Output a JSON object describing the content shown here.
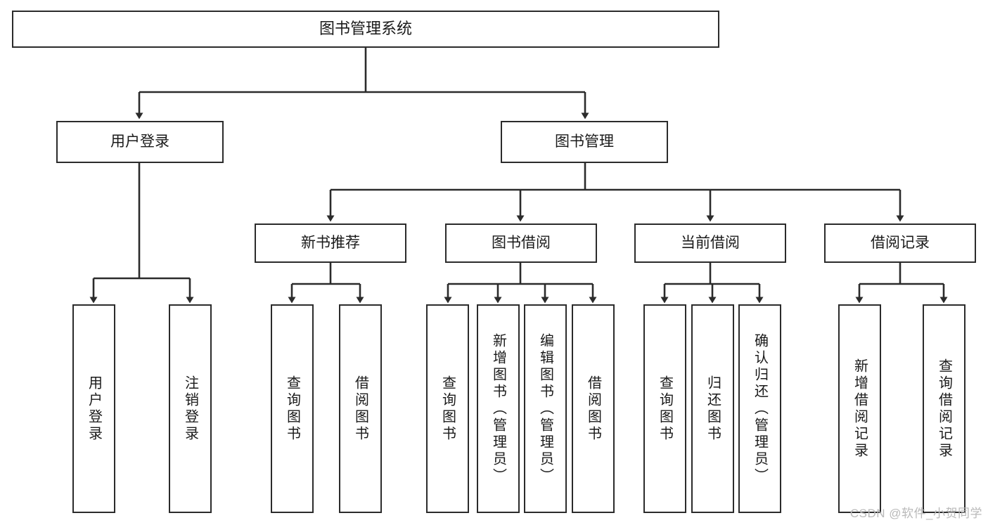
{
  "diagram": {
    "title": "图书管理系统",
    "type": "tree-hierarchy",
    "watermark": "CSDN @软件_小贺同学",
    "colors": {
      "box_border": "#2b2b2b",
      "box_fill": "#ffffff",
      "connector": "#2b2b2b",
      "text": "#1a1a1a",
      "watermark": "#b9b9b9",
      "background": "#ffffff"
    },
    "levels": {
      "root": {
        "label": "图书管理系统"
      },
      "level2": [
        {
          "id": "user-login",
          "label": "用户登录"
        },
        {
          "id": "book-management",
          "label": "图书管理"
        }
      ],
      "level3": [
        {
          "id": "new-book-recommend",
          "label": "新书推荐",
          "parent": "book-management"
        },
        {
          "id": "book-borrow",
          "label": "图书借阅",
          "parent": "book-management"
        },
        {
          "id": "current-borrow",
          "label": "当前借阅",
          "parent": "book-management"
        },
        {
          "id": "borrow-record",
          "label": "借阅记录",
          "parent": "book-management"
        }
      ],
      "leaves": [
        {
          "id": "leaf-user-login",
          "label": "用户登录",
          "parent": "user-login"
        },
        {
          "id": "leaf-logout",
          "label": "注销登录",
          "parent": "user-login"
        },
        {
          "id": "leaf-query-book-1",
          "label": "查询图书",
          "parent": "new-book-recommend"
        },
        {
          "id": "leaf-borrow-book-1",
          "label": "借阅图书",
          "parent": "new-book-recommend"
        },
        {
          "id": "leaf-query-book-2",
          "label": "查询图书",
          "parent": "book-borrow"
        },
        {
          "id": "leaf-add-book",
          "label": "新增图书（管理员）",
          "parent": "book-borrow"
        },
        {
          "id": "leaf-edit-book",
          "label": "编辑图书（管理员）",
          "parent": "book-borrow"
        },
        {
          "id": "leaf-borrow-book-2",
          "label": "借阅图书",
          "parent": "book-borrow"
        },
        {
          "id": "leaf-query-book-3",
          "label": "查询图书",
          "parent": "current-borrow"
        },
        {
          "id": "leaf-return-book",
          "label": "归还图书",
          "parent": "current-borrow"
        },
        {
          "id": "leaf-confirm-return",
          "label": "确认归还（管理员）",
          "parent": "current-borrow"
        },
        {
          "id": "leaf-add-record",
          "label": "新增借阅记录",
          "parent": "borrow-record"
        },
        {
          "id": "leaf-query-record",
          "label": "查询借阅记录",
          "parent": "borrow-record"
        }
      ]
    }
  }
}
